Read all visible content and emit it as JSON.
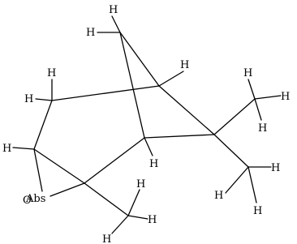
{
  "molecule": {
    "atom_labels": [
      {
        "id": "h_top",
        "text": "H"
      },
      {
        "id": "h_bridge_left",
        "text": "H"
      },
      {
        "id": "h_ch2_a",
        "text": "H"
      },
      {
        "id": "h_ch2_b",
        "text": "H"
      },
      {
        "id": "h_bridgehead_top",
        "text": "H"
      },
      {
        "id": "h_me1_a",
        "text": "H"
      },
      {
        "id": "h_me1_b",
        "text": "H"
      },
      {
        "id": "h_me1_c",
        "text": "H"
      },
      {
        "id": "h_epoxide_ch",
        "text": "H"
      },
      {
        "id": "h_bridgehead_bottom",
        "text": "H"
      },
      {
        "id": "h_me2_a",
        "text": "H"
      },
      {
        "id": "h_me2_b",
        "text": "H"
      },
      {
        "id": "h_me2_c",
        "text": "H"
      },
      {
        "id": "h_me3_a",
        "text": "H"
      },
      {
        "id": "h_me3_b",
        "text": "H"
      },
      {
        "id": "h_me3_c",
        "text": "H"
      },
      {
        "id": "oxygen",
        "text": "O"
      },
      {
        "id": "abs_stereo",
        "text": "Abs"
      }
    ]
  }
}
